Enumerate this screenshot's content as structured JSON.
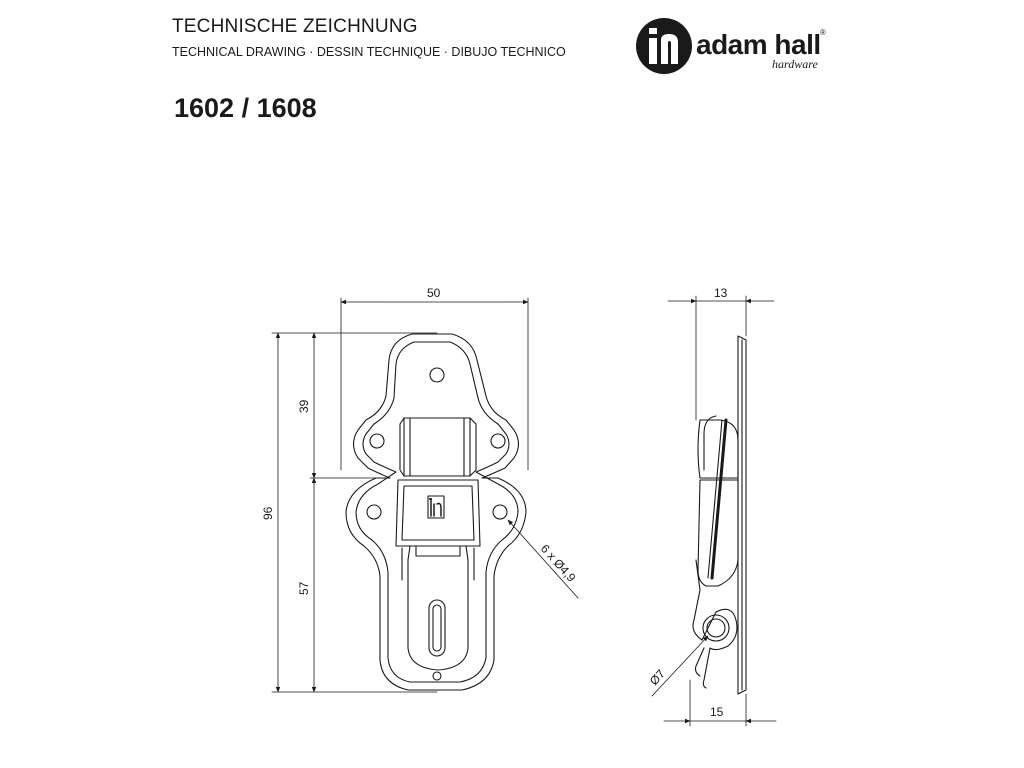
{
  "header": {
    "title": "TECHNISCHE ZEICHNUNG",
    "subtitle": "TECHNICAL DRAWING · DESSIN TECHNIQUE · DIBUJO TECHNICO",
    "part_number": "1602 / 1608"
  },
  "logo": {
    "brand": "adam hall",
    "sub": "hardware",
    "registered": "®"
  },
  "dimensions": {
    "width_front": "50",
    "height_total": "96",
    "height_upper": "39",
    "height_lower": "57",
    "holes": "6 x Ø4,9",
    "depth_top": "13",
    "depth_bottom": "15",
    "hook_diameter": "Ø7"
  }
}
